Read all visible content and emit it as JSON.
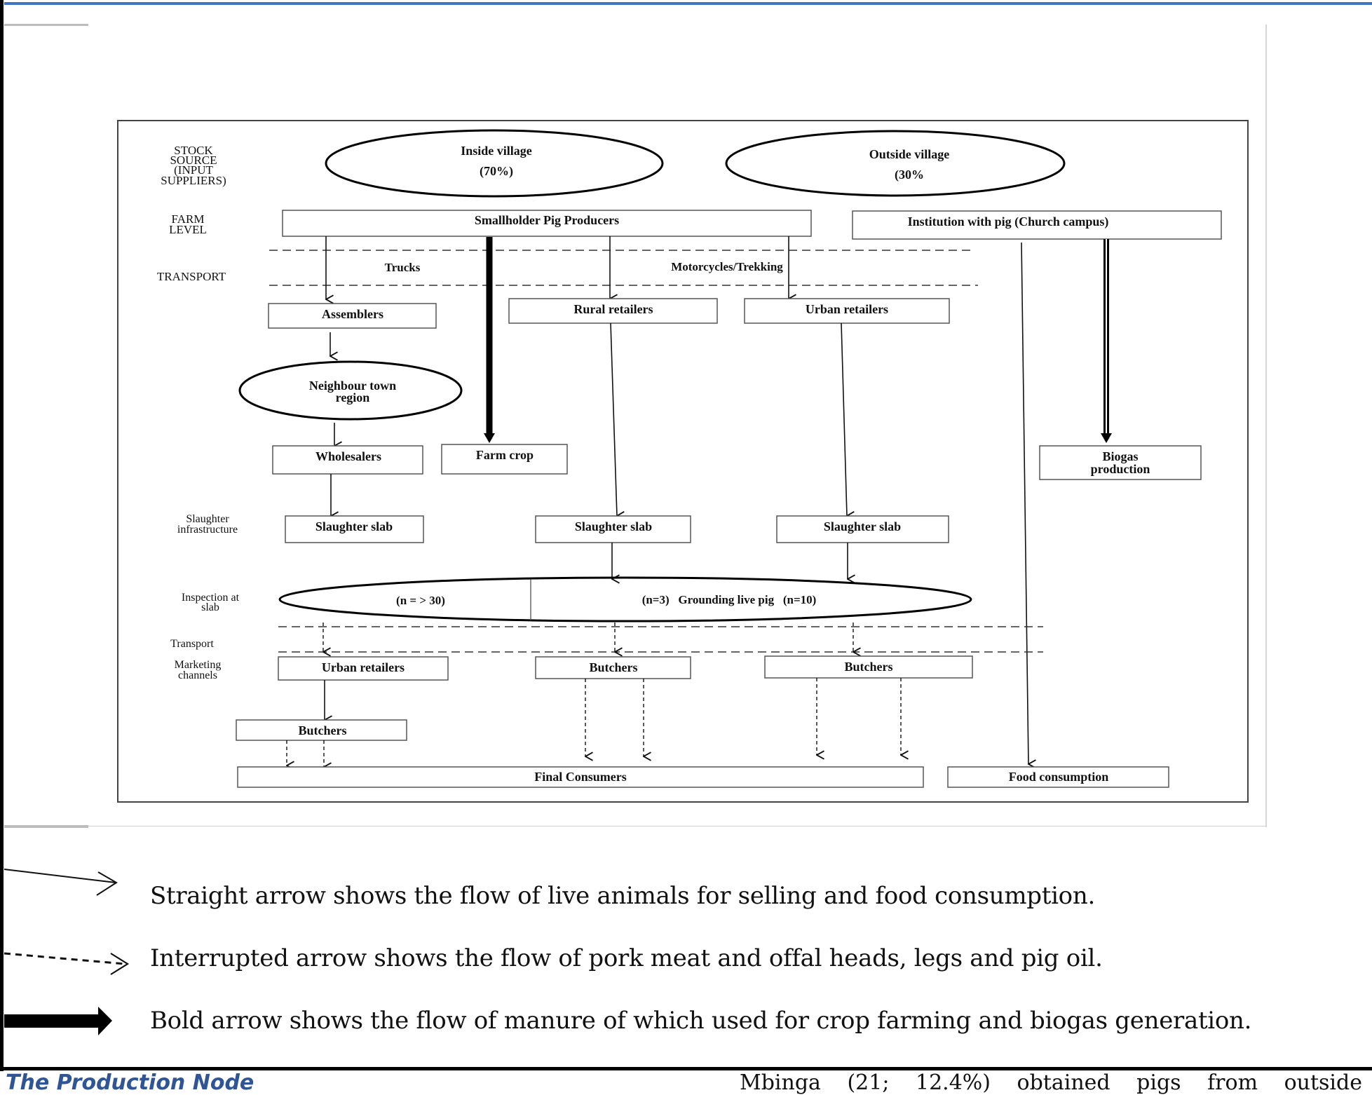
{
  "diagram": {
    "row_labels": {
      "stock_source": [
        "STOCK",
        "SOURCE",
        "(INPUT",
        "SUPPLIERS)"
      ],
      "farm_level": [
        "FARM",
        "LEVEL"
      ],
      "transport": "TRANSPORT",
      "slaughter": [
        "Slaughter",
        "infrastructure"
      ],
      "inspection": [
        "Inspection at",
        "slab"
      ],
      "transport2": "Transport",
      "marketing": [
        "Marketing",
        "channels"
      ]
    },
    "sources": {
      "inside": {
        "title": "Inside village",
        "share": "(70%)"
      },
      "outside": {
        "title": "Outside village",
        "share": "(30%"
      }
    },
    "farm": {
      "smallholder": "Smallholder Pig Producers",
      "institution": "Institution with pig (Church campus)"
    },
    "transport_modes": {
      "trucks": "Trucks",
      "motorcycles": "Motorcycles/Trekking"
    },
    "nodes": {
      "assemblers": "Assemblers",
      "rural_retailers": "Rural retailers",
      "urban_retailers": "Urban retailers",
      "neighbour_town": [
        "Neighbour town",
        "region"
      ],
      "wholesalers": "Wholesalers",
      "farm_crop": "Farm crop",
      "biogas": [
        "Biogas",
        "production"
      ],
      "slaughter_slab": "Slaughter slab",
      "inspection_left": "(n = > 30)",
      "inspection_right": "(n=3)   Grounding live pig   (n=10)",
      "urban_retailers_2": "Urban retailers",
      "butchers": "Butchers",
      "final_consumers": "Final Consumers",
      "food_consumption": "Food consumption"
    }
  },
  "legend": [
    {
      "type": "straight",
      "icon": "straight-arrow",
      "text": "Straight arrow shows the flow of live animals for selling and food consumption."
    },
    {
      "type": "interrupted",
      "icon": "dashed-arrow",
      "text": "Interrupted arrow shows the flow of pork meat and offal heads, legs and pig oil."
    },
    {
      "type": "bold",
      "icon": "bold-arrow",
      "text": "Bold arrow shows the flow of manure of which used for crop farming and biogas generation."
    }
  ],
  "page": {
    "heading_fragment": "The Production Node",
    "paragraph_fragment": "Mbinga (21; 12.4%) obtained pigs from outside"
  },
  "colors": {
    "accent_line": "#4472c4",
    "heading": "#2f5597"
  }
}
